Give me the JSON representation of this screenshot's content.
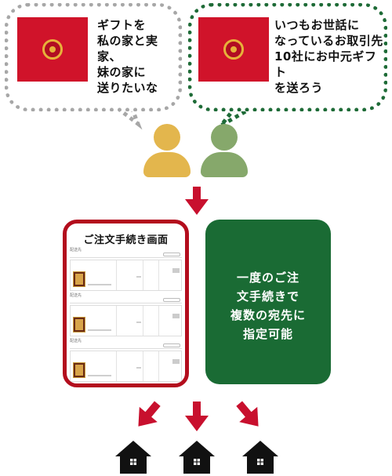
{
  "bubbles": {
    "left": {
      "text": "ギフトを\n私の家と実家、\n妹の家に\n送りたいな",
      "border_color": "#a7a7a7"
    },
    "right": {
      "text": "いつもお世話に\nなっているお取引先\n10社にお中元ギフト\nを送ろう",
      "border_color": "#1e6b37"
    }
  },
  "gift": {
    "color": "#d0132a",
    "emblem_color": "#e7b23a"
  },
  "people": [
    {
      "name": "person-yellow",
      "color": "#e3b64d"
    },
    {
      "name": "person-green",
      "color": "#86a86b"
    }
  ],
  "order_screen": {
    "title": "ご注文手続き画面",
    "row_label": "配送先",
    "border_color": "#b30d1d"
  },
  "feature_panel": {
    "text": "一度のご注\n文手続きで\n複数の宛先に\n指定可能",
    "color": "#1a6b34"
  },
  "accent_arrow_color": "#c8102e",
  "house_color": "#111111",
  "icons": [
    "gift-box-icon",
    "person-icon",
    "down-arrow-icon",
    "house-icon"
  ]
}
